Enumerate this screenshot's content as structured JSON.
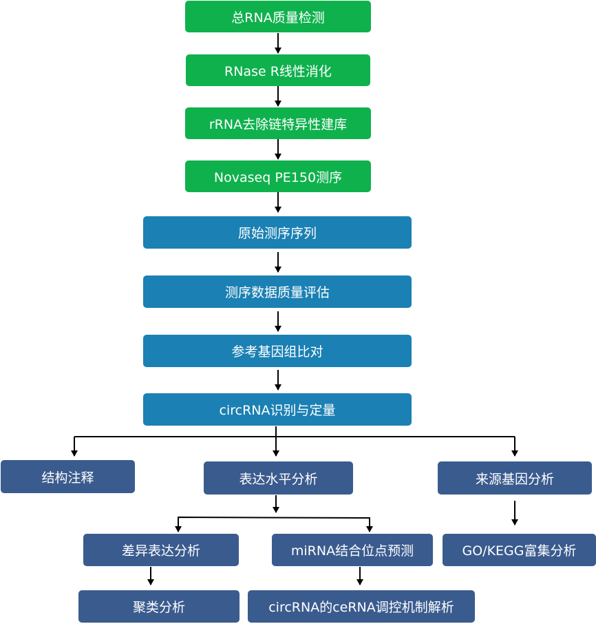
{
  "colors": {
    "green": "#0fb14d",
    "teal": "#1b80b3",
    "navy": "#3a5b8e",
    "line": "#000000"
  },
  "steps": {
    "total_rna_qc": "总RNA质量检测",
    "rnase_r": "RNase R线性消化",
    "rrna_removal": "rRNA去除链特异性建库",
    "novaseq": "Novaseq PE150测序",
    "raw_reads": "原始测序序列",
    "read_qc": "测序数据质量评估",
    "genome_align": "参考基因组比对",
    "circ_identify": "circRNA识别与定量",
    "structure_annot": "结构注释",
    "expression_analysis": "表达水平分析",
    "source_gene": "来源基因分析",
    "diff_expression": "差异表达分析",
    "mirna_binding": "miRNA结合位点预测",
    "go_kegg": "GO/KEGG富集分析",
    "clustering": "聚类分析",
    "cerna_network": "circRNA的ceRNA调控机制解析"
  }
}
